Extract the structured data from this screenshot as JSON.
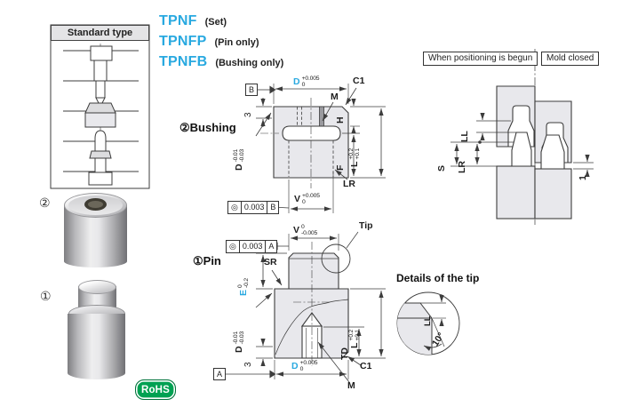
{
  "colors": {
    "accent": "#29a9e0",
    "line": "#3c3c3c",
    "part_fill": "#e8e8ec",
    "rohs_green": "#00a152"
  },
  "header": {
    "standard_type": "Standard type",
    "products": [
      {
        "code": "TPNF",
        "desc": "(Set)"
      },
      {
        "code": "TPNFP",
        "desc": "(Pin only)"
      },
      {
        "code": "TPNFB",
        "desc": "(Bushing only)"
      }
    ]
  },
  "labels": {
    "bushing_section": "②Bushing",
    "pin_section": "①Pin",
    "tip": "Tip",
    "details_title": "Details of the tip",
    "when_positioning": "When positioning is begun",
    "mold_closed": "Mold closed",
    "photo_bushing_num": "②",
    "photo_pin_num": "①",
    "rohs": "RoHS"
  },
  "bushing_dims": {
    "d_top": {
      "label": "D",
      "upper": "+0.005",
      "lower": "0"
    },
    "dim3": "3",
    "d_left": {
      "label": "D",
      "upper": "-0.01",
      "lower": "-0.03"
    },
    "m": "M",
    "c1": "C1",
    "h": "H",
    "f": "F",
    "l": {
      "label": "L",
      "upper": "+0.2",
      "lower": "+0.1"
    },
    "v": {
      "label": "V",
      "upper": "+0.005",
      "lower": "0"
    },
    "lr": "LR",
    "fcf": {
      "sym": "◎",
      "tol": "0.003",
      "datum": "B"
    },
    "datum": "B"
  },
  "pin_dims": {
    "v": {
      "label": "V",
      "upper": "0",
      "lower": "-0.005"
    },
    "e": {
      "label": "E",
      "upper": "0",
      "lower": "-0.2"
    },
    "sr": "SR",
    "d_left": {
      "label": "D",
      "upper": "-0.01",
      "lower": "-0.03"
    },
    "dim3": "3",
    "d_bottom": {
      "label": "D",
      "upper": "+0.005",
      "lower": "0"
    },
    "m": "M",
    "c1": "C1",
    "td": "TD",
    "l": {
      "label": "L",
      "upper": "+0.2",
      "lower": "+0.1"
    },
    "fcf": {
      "sym": "◎",
      "tol": "0.003",
      "datum": "A"
    },
    "datum": "A"
  },
  "mold_dims": {
    "ll": "LL",
    "s": "S",
    "lr": "LR",
    "gap": "1"
  },
  "tip_detail": {
    "ll": "LL",
    "angle": "10°"
  }
}
